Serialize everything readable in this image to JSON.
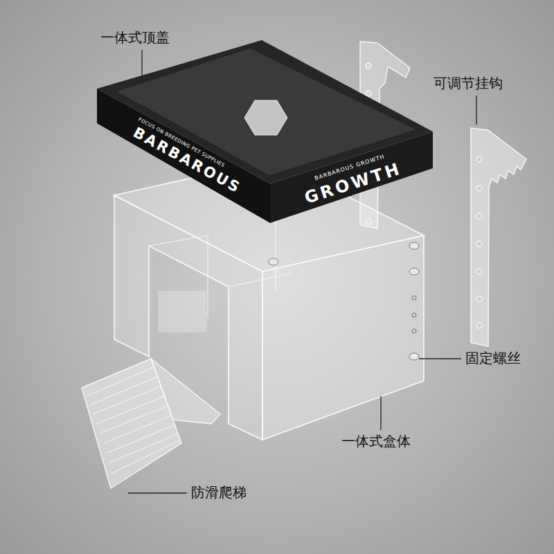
{
  "diagram": {
    "labels": [
      "一体式顶盖",
      "可调节挂钩",
      "固定螺丝",
      "一体式盒体",
      "防滑爬梯",
      "FOCUS ON BREEDING PET SUPPLIES",
      "BARBAROUS",
      "BARBAROUS GROWTH",
      "GROWTH"
    ]
  }
}
